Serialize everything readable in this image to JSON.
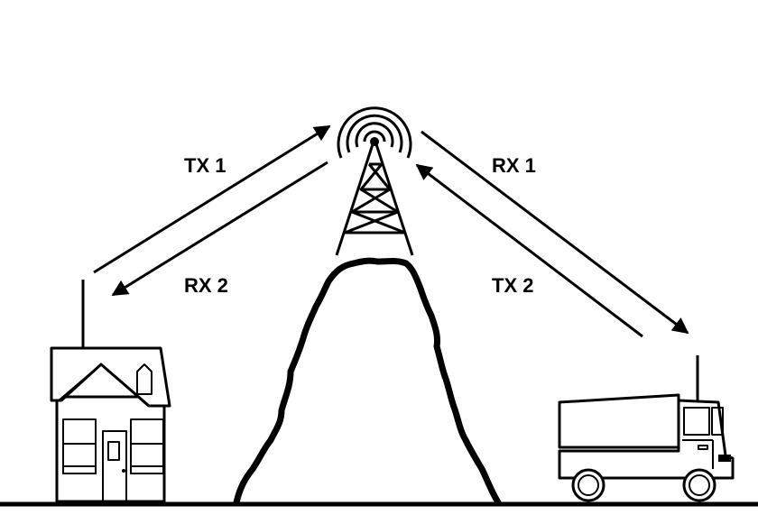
{
  "labels": {
    "tx1": "TX 1",
    "rx2": "RX 2",
    "rx1": "RX 1",
    "tx2": "TX 2"
  },
  "colors": {
    "ink": "#000000",
    "background": "#ffffff"
  },
  "icons": [
    "radio-tower-icon",
    "house-icon",
    "van-icon",
    "mountain-icon"
  ]
}
